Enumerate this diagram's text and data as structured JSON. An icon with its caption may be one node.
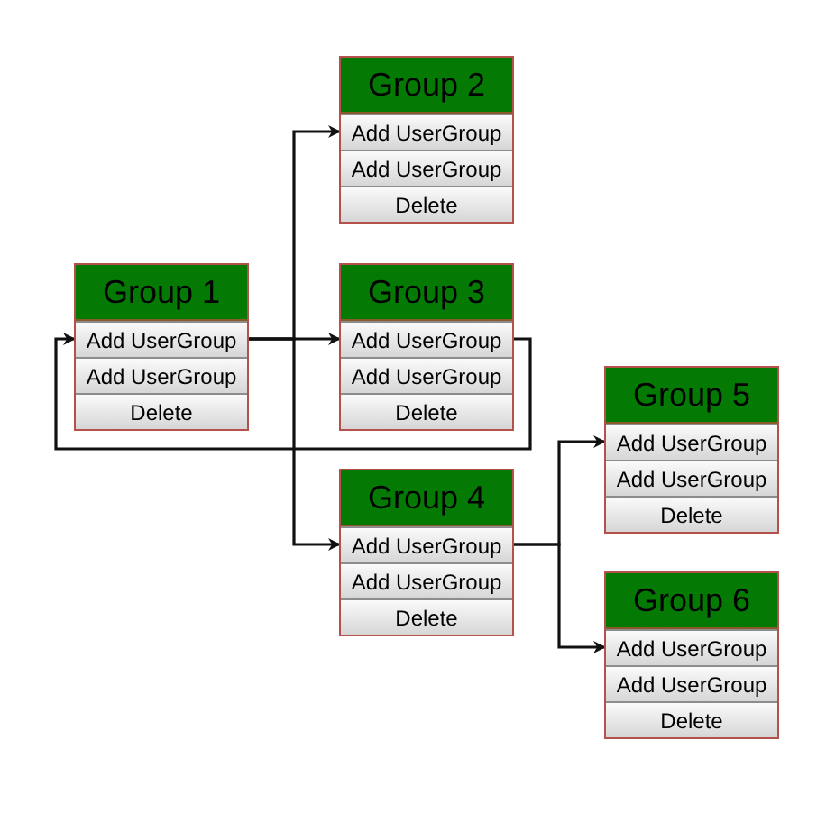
{
  "diagram": {
    "nodes": [
      {
        "text": [
          "Group 1"
        ]
      },
      {
        "text": [
          "Add UserGroup"
        ],
        "in": 0
      },
      {
        "text": [
          "Add UserGroup"
        ],
        "in": 0
      },
      {
        "text": [
          "Delete"
        ],
        "in": 0
      },
      {
        "text": [
          "Group 2"
        ]
      },
      {
        "text": [
          "Add UserGroup"
        ],
        "in": 4
      },
      {
        "text": [
          "Add UserGroup"
        ],
        "in": 4
      },
      {
        "text": [
          "Delete"
        ],
        "in": 4
      },
      {
        "text": [
          "Group 3"
        ]
      },
      {
        "text": [
          "Add UserGroup"
        ],
        "in": 8
      },
      {
        "text": [
          "Add UserGroup"
        ],
        "in": 8
      },
      {
        "text": [
          "Delete"
        ],
        "in": 8
      },
      {
        "text": [
          "Group 4"
        ]
      },
      {
        "text": [
          "Add UserGroup"
        ],
        "in": 12
      },
      {
        "text": [
          "Add UserGroup"
        ],
        "in": 12
      },
      {
        "text": [
          "Delete"
        ],
        "in": 12
      },
      {
        "text": [
          "Group 5"
        ]
      },
      {
        "text": [
          "Add UserGroup"
        ],
        "in": 16
      },
      {
        "text": [
          "Add UserGroup"
        ],
        "in": 16
      },
      {
        "text": [
          "Delete"
        ],
        "in": 16
      },
      {
        "text": [
          "Group 6"
        ]
      },
      {
        "text": [
          "Add UserGroup"
        ],
        "in": 20
      },
      {
        "text": [
          "Add UserGroup"
        ],
        "in": 20
      },
      {
        "text": [
          "Delete"
        ],
        "in": 20
      }
    ],
    "edges": [
      {
        "from": 1,
        "to": 5,
        "arrow": "to"
      },
      {
        "from": 1,
        "to": 9,
        "arrow": "to"
      },
      {
        "from": 1,
        "to": 13,
        "arrow": "to"
      },
      {
        "from": 9,
        "to": 1,
        "arrow": "to"
      },
      {
        "from": 13,
        "to": 17,
        "arrow": "to"
      },
      {
        "from": 13,
        "to": 21,
        "arrow": "to"
      }
    ]
  }
}
